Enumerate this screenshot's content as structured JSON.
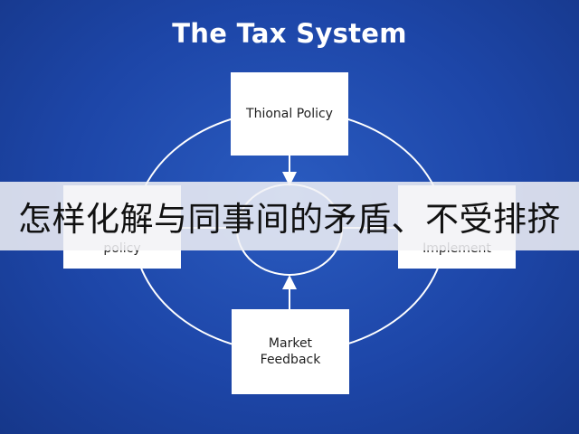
{
  "diagram": {
    "title": "The Tax System",
    "top_box": "Thional Policy",
    "bottom_box": [
      "Market",
      "Feedback"
    ],
    "left_box": "policy",
    "right_box": "Implement",
    "center": "",
    "colors": {
      "background": "#1d46a8",
      "box": "#ffffff",
      "lines": "#ffffff"
    }
  },
  "banner": {
    "text": "怎样化解与同事间的矛盾、不受排挤"
  }
}
